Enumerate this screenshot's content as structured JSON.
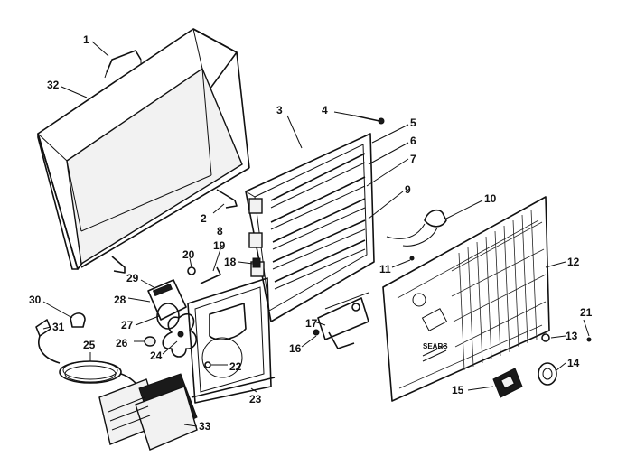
{
  "callouts": [
    {
      "id": "1",
      "label": "1"
    },
    {
      "id": "2",
      "label": "2"
    },
    {
      "id": "3",
      "label": "3"
    },
    {
      "id": "4",
      "label": "4"
    },
    {
      "id": "5",
      "label": "5"
    },
    {
      "id": "6",
      "label": "6"
    },
    {
      "id": "7",
      "label": "7"
    },
    {
      "id": "8",
      "label": "8"
    },
    {
      "id": "9",
      "label": "9"
    },
    {
      "id": "10",
      "label": "10"
    },
    {
      "id": "11",
      "label": "11"
    },
    {
      "id": "12",
      "label": "12"
    },
    {
      "id": "13",
      "label": "13"
    },
    {
      "id": "14",
      "label": "14"
    },
    {
      "id": "15",
      "label": "15"
    },
    {
      "id": "16",
      "label": "16"
    },
    {
      "id": "17",
      "label": "17"
    },
    {
      "id": "18",
      "label": "18"
    },
    {
      "id": "19",
      "label": "19"
    },
    {
      "id": "20",
      "label": "20"
    },
    {
      "id": "21",
      "label": "21"
    },
    {
      "id": "22",
      "label": "22"
    },
    {
      "id": "23",
      "label": "23"
    },
    {
      "id": "24",
      "label": "24"
    },
    {
      "id": "25",
      "label": "25"
    },
    {
      "id": "26",
      "label": "26"
    },
    {
      "id": "27",
      "label": "27"
    },
    {
      "id": "28",
      "label": "28"
    },
    {
      "id": "29",
      "label": "29"
    },
    {
      "id": "30",
      "label": "30"
    },
    {
      "id": "31",
      "label": "31"
    },
    {
      "id": "32",
      "label": "32"
    },
    {
      "id": "33",
      "label": "33"
    }
  ],
  "panel_text": "SEARS"
}
